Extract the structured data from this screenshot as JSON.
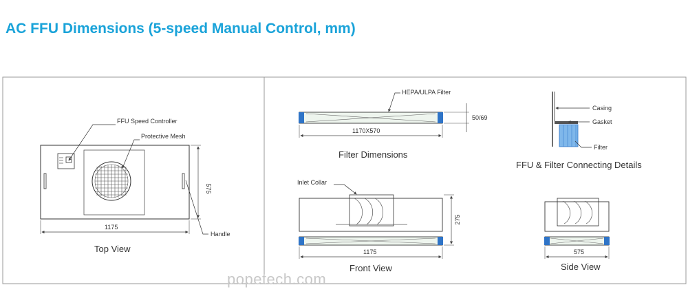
{
  "title": "AC FFU Dimensions (5-speed Manual Control, mm)",
  "watermark": "popetech.com",
  "top_view": {
    "caption": "Top View",
    "controller_label": "FFU Speed Controller",
    "mesh_label": "Protective Mesh",
    "handle_label": "Handle",
    "width_dim": "1175",
    "height_dim": "575"
  },
  "filter_view": {
    "caption": "Filter Dimensions",
    "filter_label": "HEPA/ULPA Filter",
    "size_dim": "1170X570",
    "thickness_dim": "50/69"
  },
  "front_view": {
    "caption": "Front View",
    "inlet_label": "Inlet Collar",
    "width_dim": "1175",
    "height_dim": "275"
  },
  "connect_view": {
    "caption": "FFU & Filter Connecting Details",
    "casing_label": "Casing",
    "gasket_label": "Gasket",
    "filter_label": "Filter"
  },
  "side_view": {
    "caption": "Side View",
    "width_dim": "575"
  }
}
